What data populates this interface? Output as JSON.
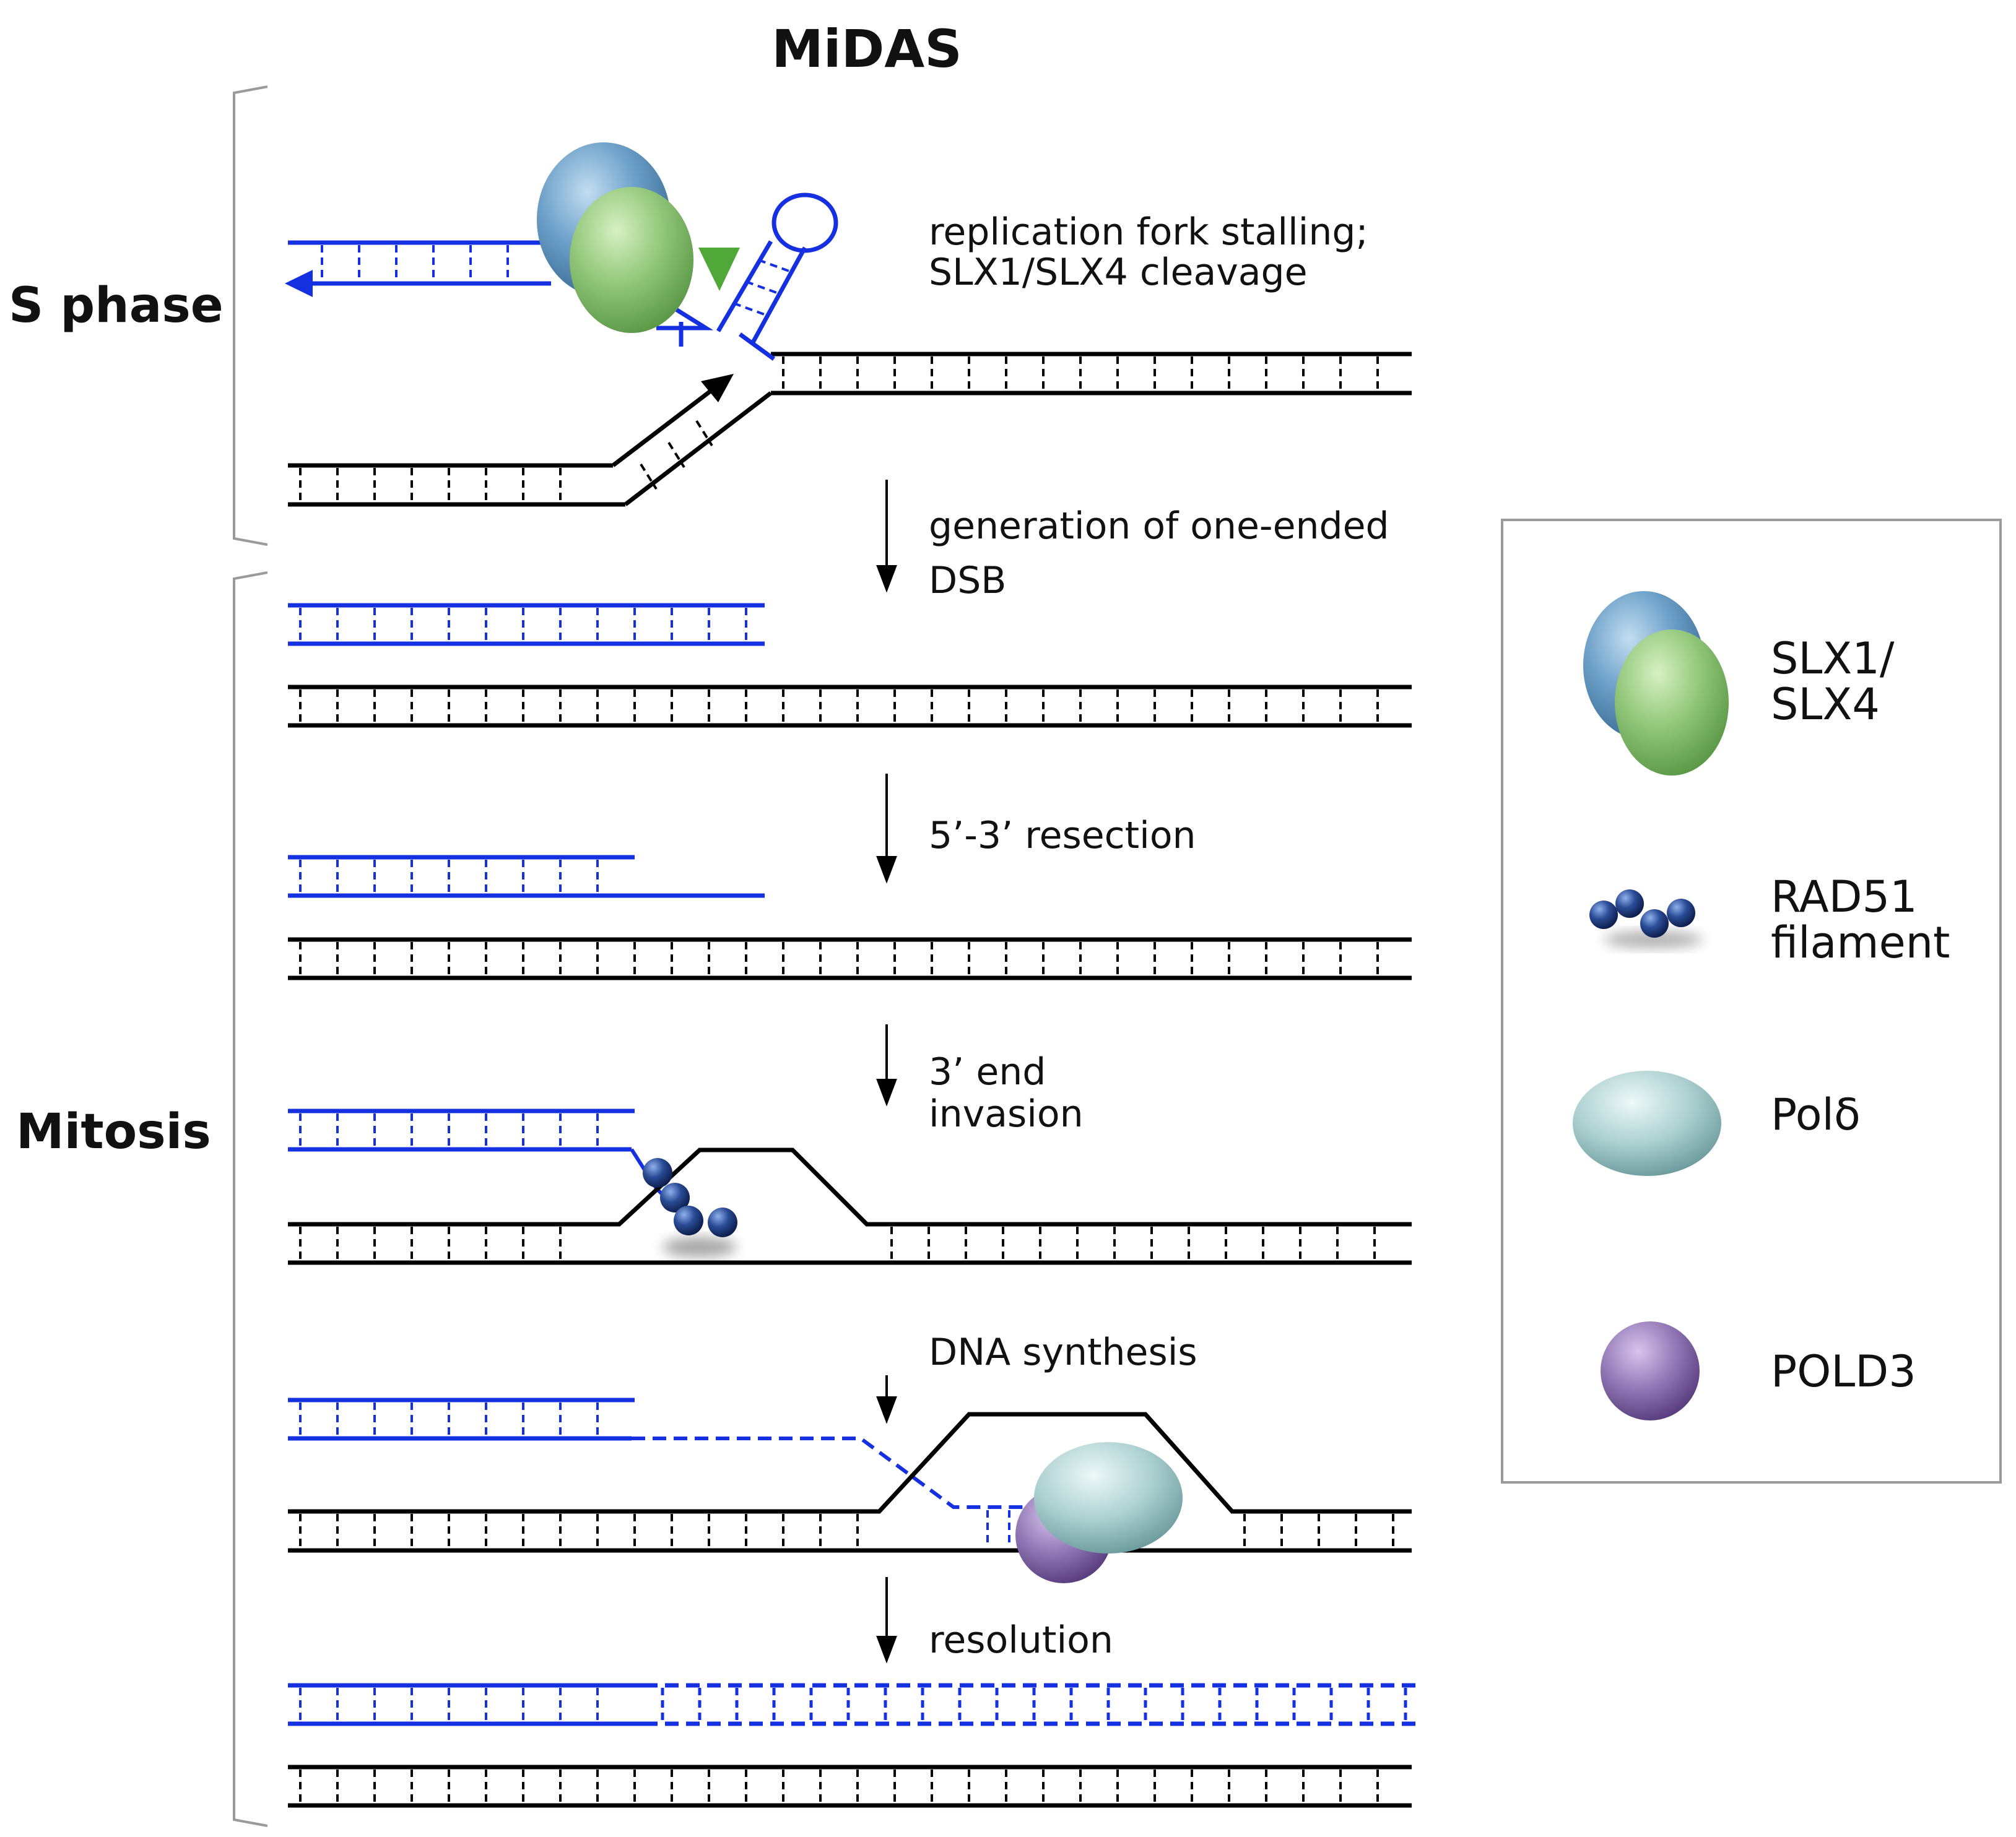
{
  "title": "MiDAS",
  "phases": {
    "s_phase": "S phase",
    "mitosis": "Mitosis"
  },
  "steps": [
    {
      "id": "step1",
      "lines": [
        "replication fork stalling;",
        "SLX1/SLX4 cleavage"
      ]
    },
    {
      "id": "step2",
      "lines": [
        "generation of one-ended",
        "DSB"
      ]
    },
    {
      "id": "step3",
      "lines": [
        "5’-3’ resection"
      ]
    },
    {
      "id": "step4",
      "lines": [
        "3’ end",
        "invasion"
      ]
    },
    {
      "id": "step5",
      "lines": [
        "DNA synthesis"
      ]
    },
    {
      "id": "step6",
      "lines": [
        "resolution"
      ]
    }
  ],
  "legend": [
    {
      "id": "slx",
      "icon": "slx1-slx4-complex-icon",
      "lines": [
        "SLX1/",
        "SLX4"
      ]
    },
    {
      "id": "rad51",
      "icon": "rad51-filament-icon",
      "lines": [
        "RAD51",
        "filament"
      ]
    },
    {
      "id": "pold",
      "icon": "pol-delta-icon",
      "lines": [
        "Polδ"
      ]
    },
    {
      "id": "pold3",
      "icon": "pold3-icon",
      "lines": [
        "POLD3"
      ]
    }
  ],
  "colors": {
    "nascent_strand": "#1530e0",
    "template_strand": "#000000",
    "slx1": "#6a9ec8",
    "slx4": "#8fc47a",
    "rad51": "#1e3c7a",
    "pol_delta": "#a8cccc",
    "pold3": "#8a6aa8",
    "cleavage_marker": "#4fa838"
  }
}
